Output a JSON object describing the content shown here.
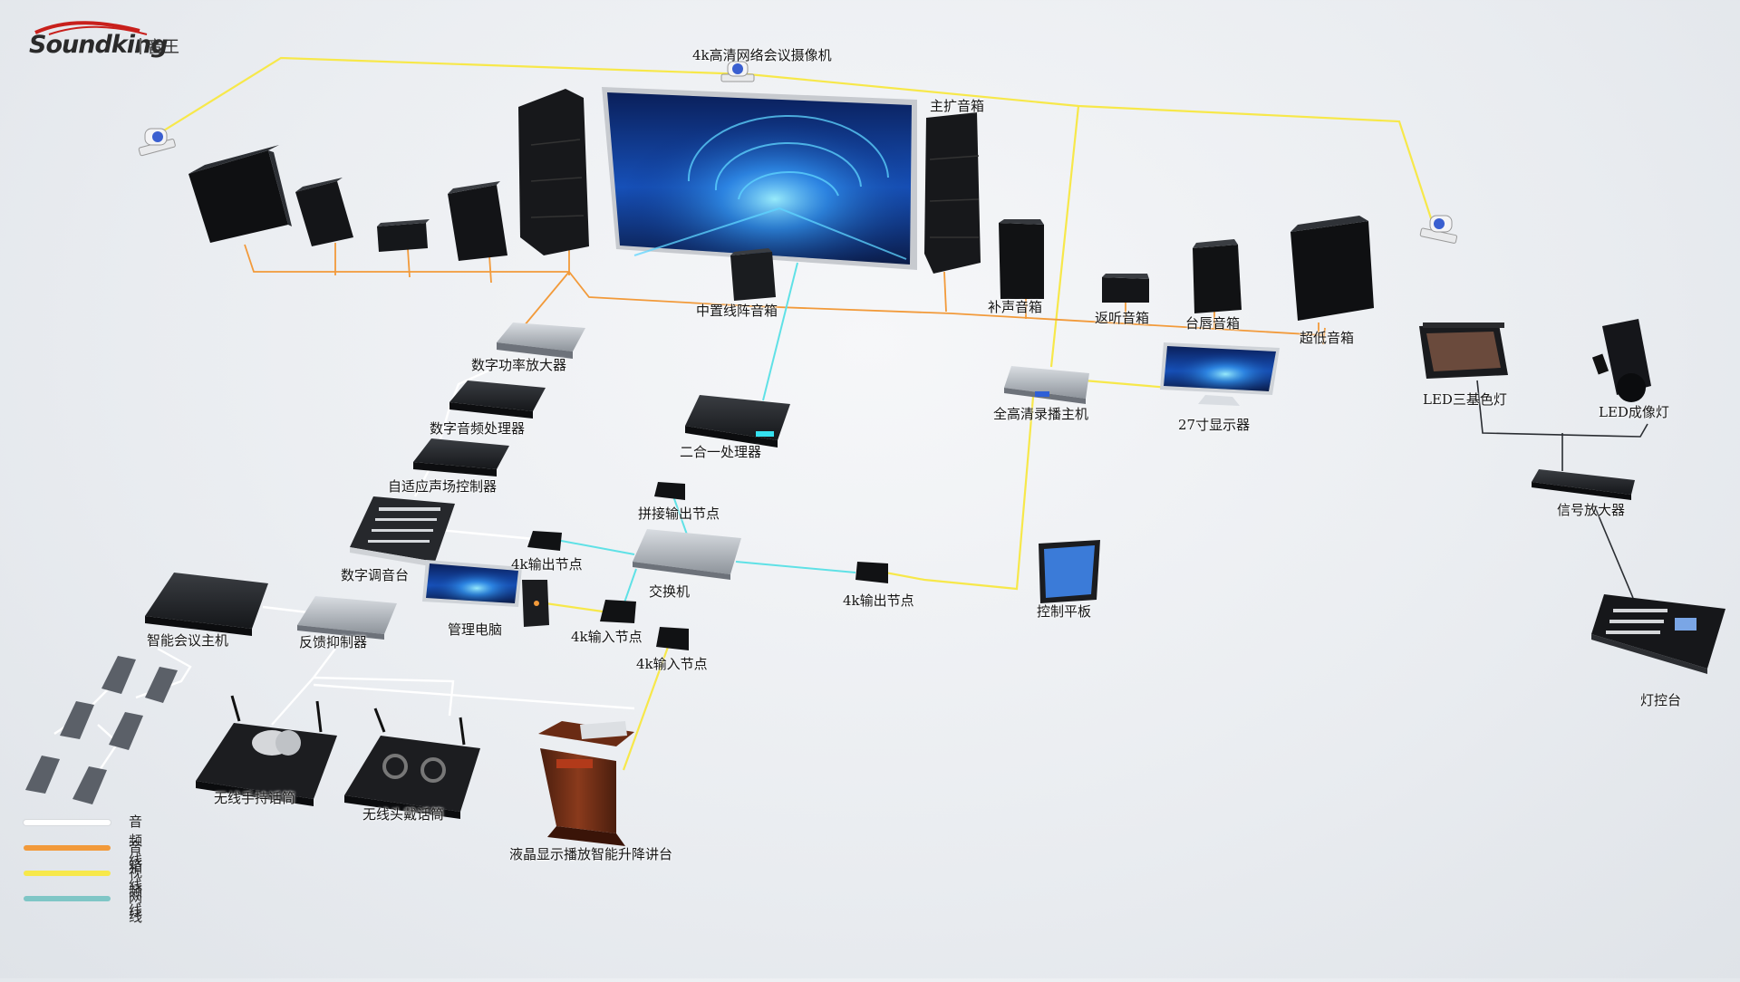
{
  "brand": {
    "name": "Soundking",
    "cn": "音王"
  },
  "legend": [
    {
      "label": "音频线",
      "color": "#ffffff"
    },
    {
      "label": "音箱线",
      "color": "#f29a3a"
    },
    {
      "label": "视频线",
      "color": "#f7e84a"
    },
    {
      "label": "网线",
      "color": "#7fc6c6"
    }
  ],
  "colors": {
    "audio": "#ffffff",
    "speaker": "#f29a3a",
    "video": "#f7e84a",
    "network": "#5fe1e6"
  },
  "labels": {
    "camera_top": "4k高清网络会议摄像机",
    "main_speaker": "主扩音箱",
    "center_array": "中置线阵音箱",
    "fill_speaker": "补声音箱",
    "monitor_speaker": "返听音箱",
    "lip_speaker": "台唇音箱",
    "subwoofer": "超低音箱",
    "power_amp": "数字功率放大器",
    "audio_processor": "数字音频处理器",
    "adaptive_controller": "自适应声场控制器",
    "digital_mixer": "数字调音台",
    "two_in_one": "二合一处理器",
    "stitch_node": "拼接输出节点",
    "output_node_left": "4k输出节点",
    "switch": "交换机",
    "output_node_right": "4k输出节点",
    "recorder": "全高清录播主机",
    "display_27": "27寸显示器",
    "tablet": "控制平板",
    "led_tricolor": "LED三基色灯",
    "led_imaging": "LED成像灯",
    "signal_amp": "信号放大器",
    "light_console": "灯控台",
    "conference_host": "智能会议主机",
    "feedback_suppressor": "反馈抑制器",
    "management_pc": "管理电脑",
    "input_node_1": "4k输入节点",
    "input_node_2": "4k输入节点",
    "wireless_handheld": "无线手持话筒",
    "wireless_headset": "无线头戴话筒",
    "lectern": "液晶显示播放智能升降讲台"
  }
}
